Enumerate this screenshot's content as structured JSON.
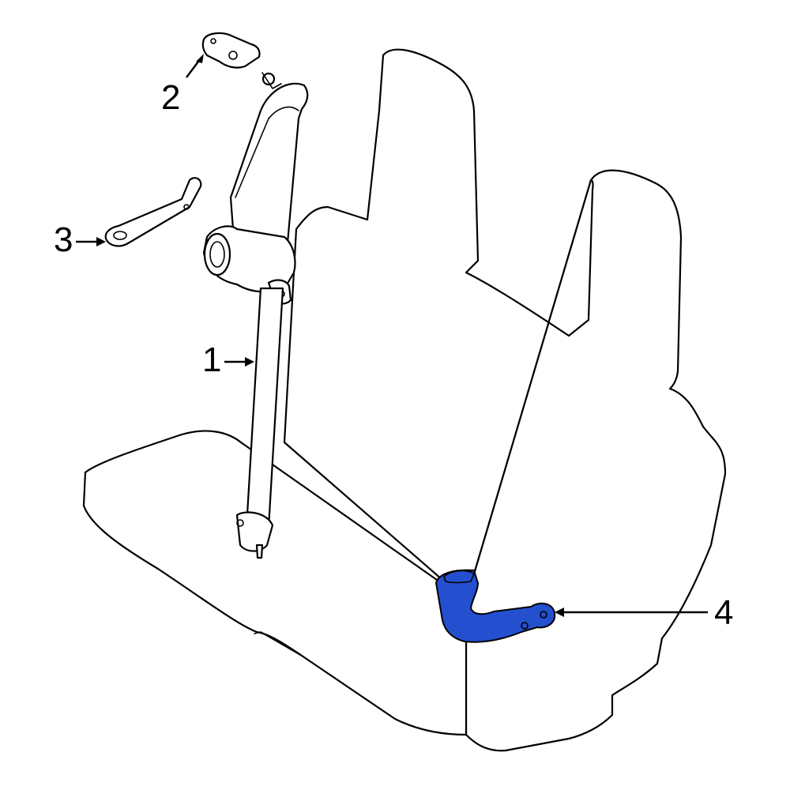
{
  "callouts": [
    {
      "id": "1",
      "label": "1"
    },
    {
      "id": "2",
      "label": "2"
    },
    {
      "id": "3",
      "label": "3"
    },
    {
      "id": "4",
      "label": "4"
    }
  ],
  "colors": {
    "line": "#000000",
    "background": "#ffffff",
    "highlight_part": "#2450d0"
  },
  "highlighted_callout": "4"
}
